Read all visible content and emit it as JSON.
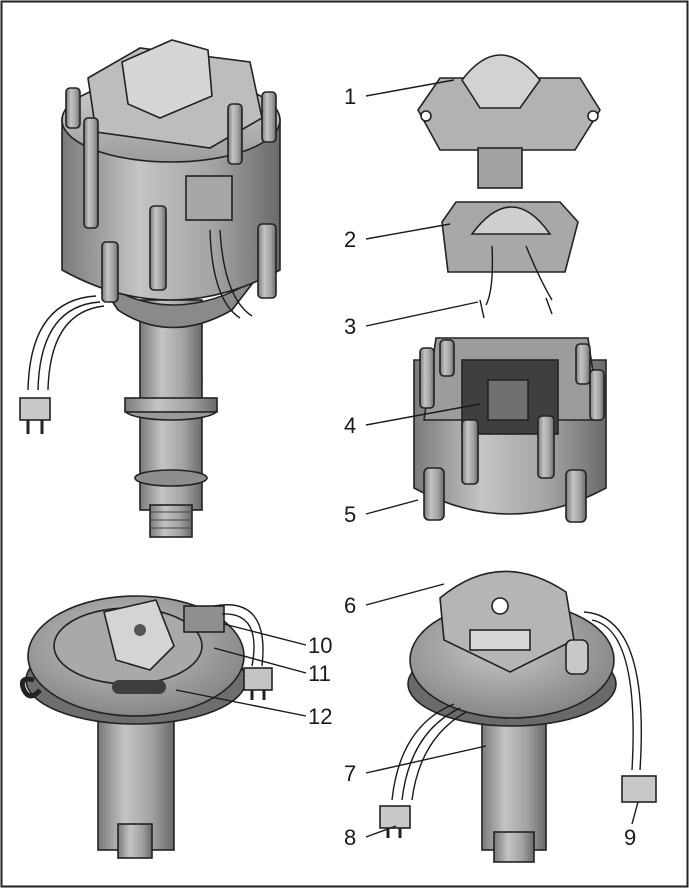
{
  "figure": {
    "callouts": [
      {
        "id": "1",
        "text": "1"
      },
      {
        "id": "2",
        "text": "2"
      },
      {
        "id": "3",
        "text": "3"
      },
      {
        "id": "4",
        "text": "4"
      },
      {
        "id": "5",
        "text": "5"
      },
      {
        "id": "6",
        "text": "6"
      },
      {
        "id": "7",
        "text": "7"
      },
      {
        "id": "8",
        "text": "8"
      },
      {
        "id": "9",
        "text": "9"
      },
      {
        "id": "10",
        "text": "10"
      },
      {
        "id": "11",
        "text": "11"
      },
      {
        "id": "12",
        "text": "12"
      }
    ]
  },
  "colors": {
    "frame": "#222222",
    "ink": "#222222",
    "body_light": "#b9b9b9",
    "body_mid": "#9a9a9a",
    "body_dark": "#6f6f6f",
    "shadow": "#4a4a4a"
  }
}
